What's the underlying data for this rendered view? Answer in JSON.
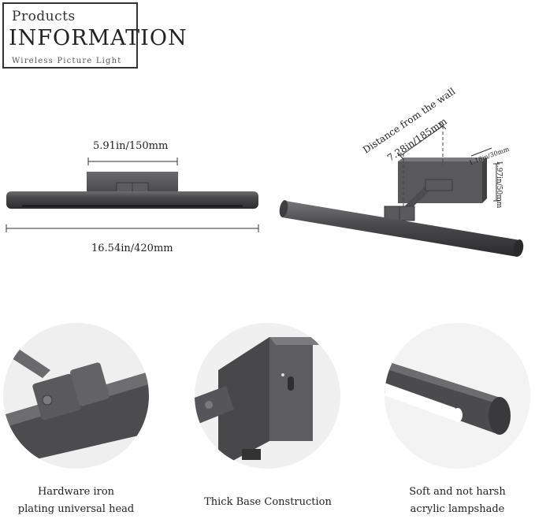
{
  "header": {
    "top": "Products",
    "main": "INFORMATION",
    "sub": "Wireless Picture Light"
  },
  "dimensions": {
    "base_width": "5.91in/150mm",
    "total_length": "16.54in/420mm",
    "distance_label": "Distance from the wall",
    "distance_value": "7.28in/185mm",
    "base_depth": "1.18in/30mm",
    "base_height": "1.97in/50mm"
  },
  "features": [
    {
      "line1": "Hardware iron",
      "line2": "plating universal head"
    },
    {
      "line1": "Thick Base Construction",
      "line2": ""
    },
    {
      "line1": "Soft and not harsh",
      "line2": "acrylic lampshade"
    }
  ],
  "colors": {
    "metal_dark": "#3e3e40",
    "metal_mid": "#5a5a5c",
    "metal_light": "#8a8a8c",
    "line": "#333333"
  }
}
